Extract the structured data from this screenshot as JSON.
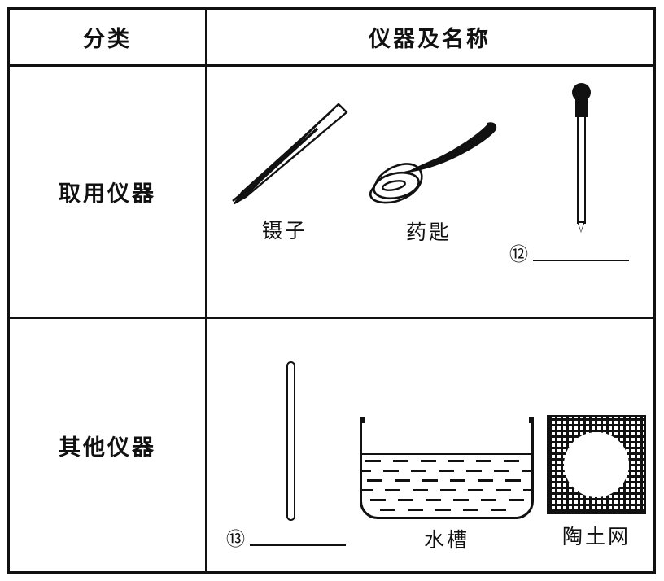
{
  "table": {
    "headers": {
      "category": "分类",
      "apparatus": "仪器及名称"
    },
    "rows": [
      {
        "label": "取用仪器",
        "items": [
          {
            "icon": "tweezers-icon",
            "caption": "镊子"
          },
          {
            "icon": "medicine-spoon-icon",
            "caption": "药匙"
          },
          {
            "icon": "matchstick-icon",
            "caption": "",
            "blank_number": "⑫",
            "blank_answer": ""
          }
        ]
      },
      {
        "label": "其他仪器",
        "items": [
          {
            "icon": "glass-stirring-rod-icon",
            "caption": "",
            "blank_number": "⑬",
            "blank_answer": ""
          },
          {
            "icon": "water-trough-icon",
            "caption": "水槽"
          },
          {
            "icon": "clay-gauze-icon",
            "caption": "陶土网"
          }
        ]
      }
    ]
  },
  "colors": {
    "ink": "#111111",
    "paper": "#ffffff"
  }
}
